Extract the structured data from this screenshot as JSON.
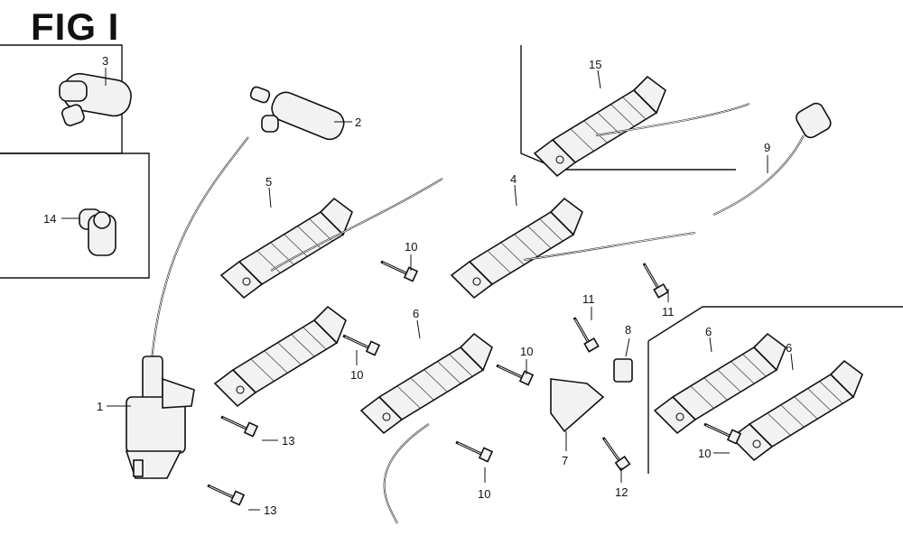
{
  "title": "FIG I",
  "labels": {
    "l1": "1",
    "l2": "2",
    "l3": "3",
    "l4": "4",
    "l5": "5",
    "l6a": "6",
    "l6b": "6",
    "l6c": "6",
    "l7": "7",
    "l8": "8",
    "l9": "9",
    "l10a": "10",
    "l10b": "10",
    "l10c": "10",
    "l10d": "10",
    "l10e": "10",
    "l11a": "11",
    "l11b": "11",
    "l12": "12",
    "l13a": "13",
    "l13b": "13",
    "l14": "14",
    "l15": "15"
  }
}
